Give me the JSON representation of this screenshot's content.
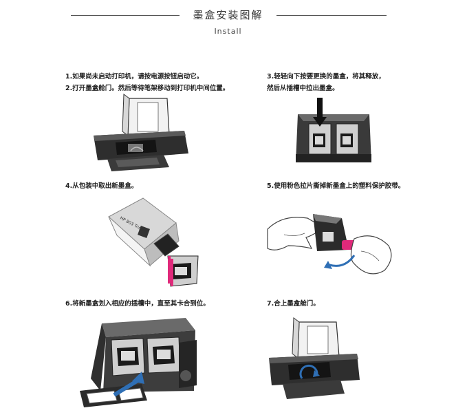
{
  "header": {
    "title": "墨盒安装图解",
    "subtitle": "Install"
  },
  "steps": {
    "s1": "1.如果尚未启动打印机，请按电源按钮启动它。",
    "s2": "2.打开墨盒舱门。然后等待笔架移动到打印机中间位置。",
    "s3a": "3.轻轻向下按要更换的墨盒，将其释放，",
    "s3b": "然后从插槽中拉出墨盒。",
    "s4": "4.从包装中取出新墨盒。",
    "s5": "5.使用粉色拉片撕掉新墨盒上的塑料保护胶带。",
    "s6": "6.将新墨盒划入相应的插槽中，直至其卡合到位。",
    "s7": "7.合上墨盒舱门。"
  },
  "colors": {
    "printer_dark": "#2e2e2e",
    "printer_mid": "#5a5a5a",
    "pink": "#e0297a",
    "arrow_blue": "#2f6fb5"
  }
}
